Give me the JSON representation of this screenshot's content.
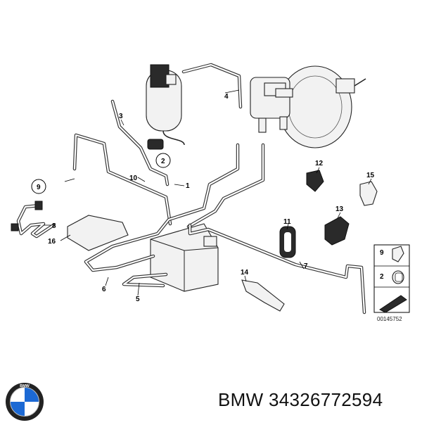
{
  "diagram": {
    "callouts": {
      "c1": "1",
      "c2": "2",
      "c3": "3",
      "c4": "4",
      "c5": "5",
      "c6": "6",
      "c7": "7",
      "c8": "8",
      "c9": "9",
      "c10": "10",
      "c11": "11",
      "c12": "12",
      "c13": "13",
      "c14": "14",
      "c15": "15",
      "c16": "16"
    },
    "legend": {
      "item_a": "9",
      "item_b": "2"
    },
    "image_code": "00145752"
  },
  "brand": {
    "logo_letters": "BMW",
    "caption": "BMW 34326772594"
  }
}
